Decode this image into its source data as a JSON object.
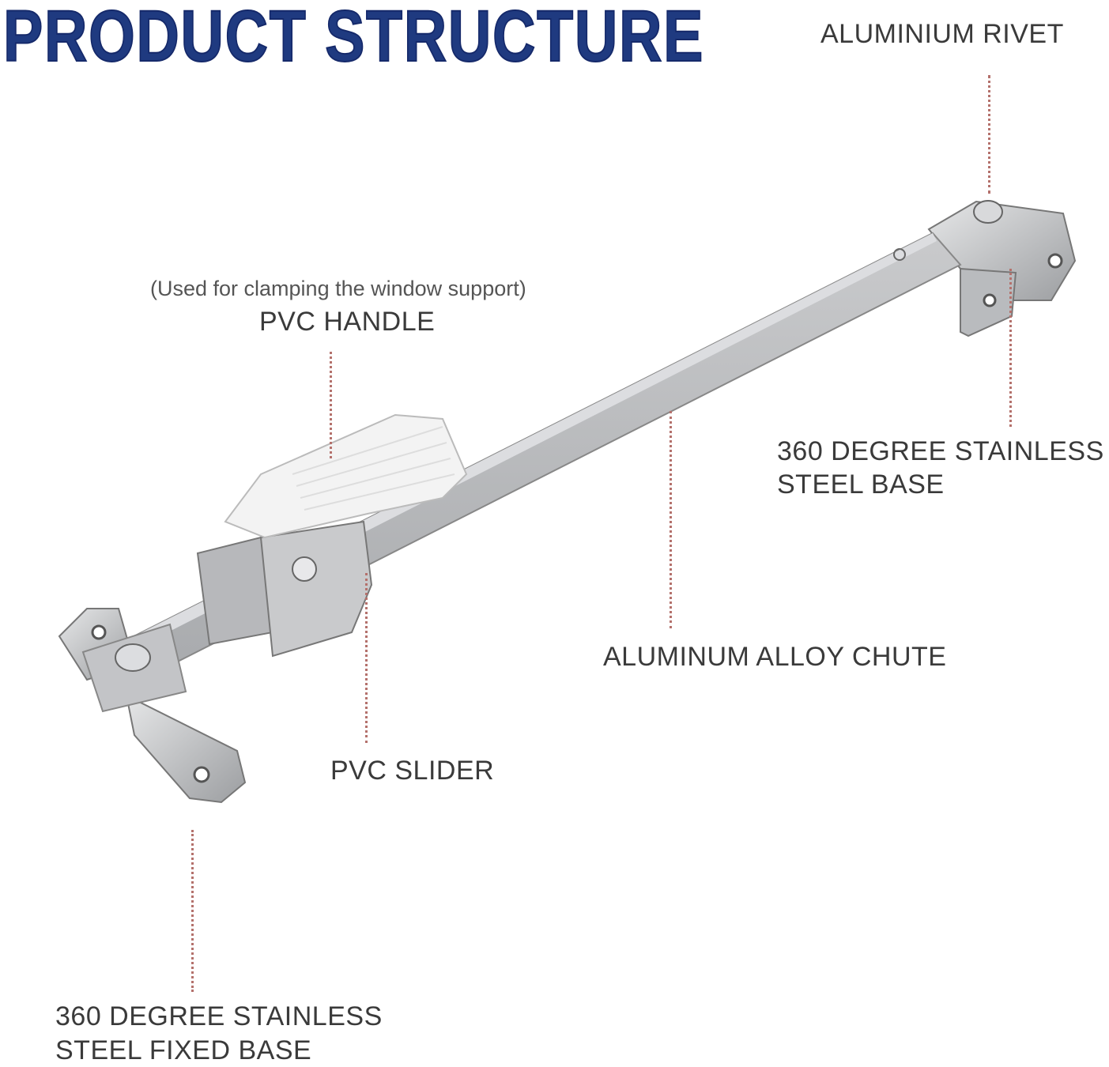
{
  "title": "PRODUCT STRUCTURE",
  "labels": {
    "rivet": "ALUMINIUM RIVET",
    "handle_note": "(Used for clamping the window support)",
    "handle": "PVC HANDLE",
    "right_base_line1": "360 DEGREE STAINLESS",
    "right_base_line2": "STEEL BASE",
    "chute": "ALUMINUM ALLOY CHUTE",
    "slider": "PVC SLIDER",
    "left_base_line1": "360 DEGREE STAINLESS",
    "left_base_line2": "STEEL FIXED BASE"
  },
  "colors": {
    "title": "#1f3a80",
    "leader": "#b4716c"
  }
}
